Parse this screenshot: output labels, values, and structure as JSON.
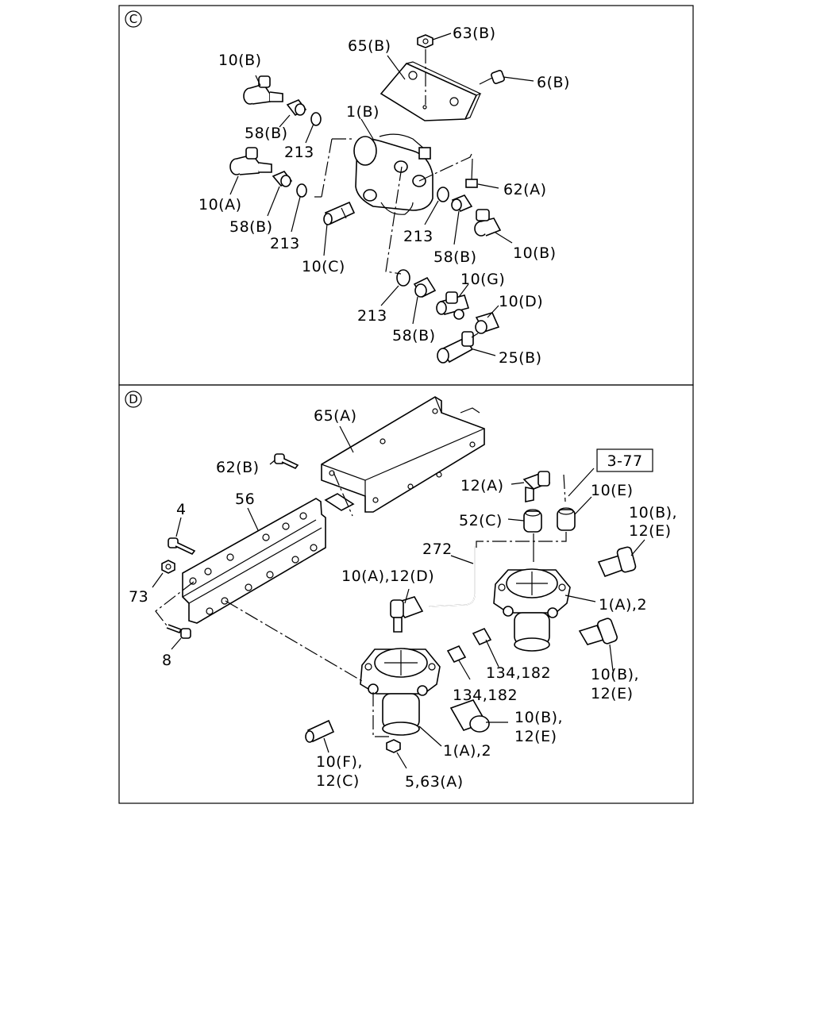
{
  "panel_c": {
    "marker": "C",
    "labels": {
      "l10b_top": "10(B)",
      "l65b": "65(B)",
      "l63b": "63(B)",
      "l6b": "6(B)",
      "l1b": "1(B)",
      "l58b_1": "58(B)",
      "l213_1": "213",
      "l10a": "10(A)",
      "l58b_2": "58(B)",
      "l213_2": "213",
      "l62a": "62(A)",
      "l10c": "10(C)",
      "l213_3": "213",
      "l58b_3": "58(B)",
      "l10b_right": "10(B)",
      "l10g": "10(G)",
      "l10d": "10(D)",
      "l213_4": "213",
      "l58b_4": "58(B)",
      "l25b": "25(B)"
    }
  },
  "panel_d": {
    "marker": "D",
    "ref_box": "3-77",
    "labels": {
      "l65a": "65(A)",
      "l62b": "62(B)",
      "l56": "56",
      "l4": "4",
      "l73": "73",
      "l8": "8",
      "l12a": "12(A)",
      "l10e": "10(E)",
      "l52c": "52(C)",
      "l10b12e_top_1": "10(B),",
      "l10b12e_top_2": "12(E)",
      "l272": "272",
      "l10a12d": "10(A),12(D)",
      "l1a2_right": "1(A),2",
      "l134_182_a": "134,182",
      "l134_182_b": "134,182",
      "l10b12e_mid_1": "10(B),",
      "l10b12e_mid_2": "12(E)",
      "l10b12e_low_1": "10(B),",
      "l10b12e_low_2": "12(E)",
      "l1a2_left": "1(A),2",
      "l10f12c_1": "10(F),",
      "l10f12c_2": "12(C)",
      "l5_63a": "5,63(A)"
    }
  }
}
